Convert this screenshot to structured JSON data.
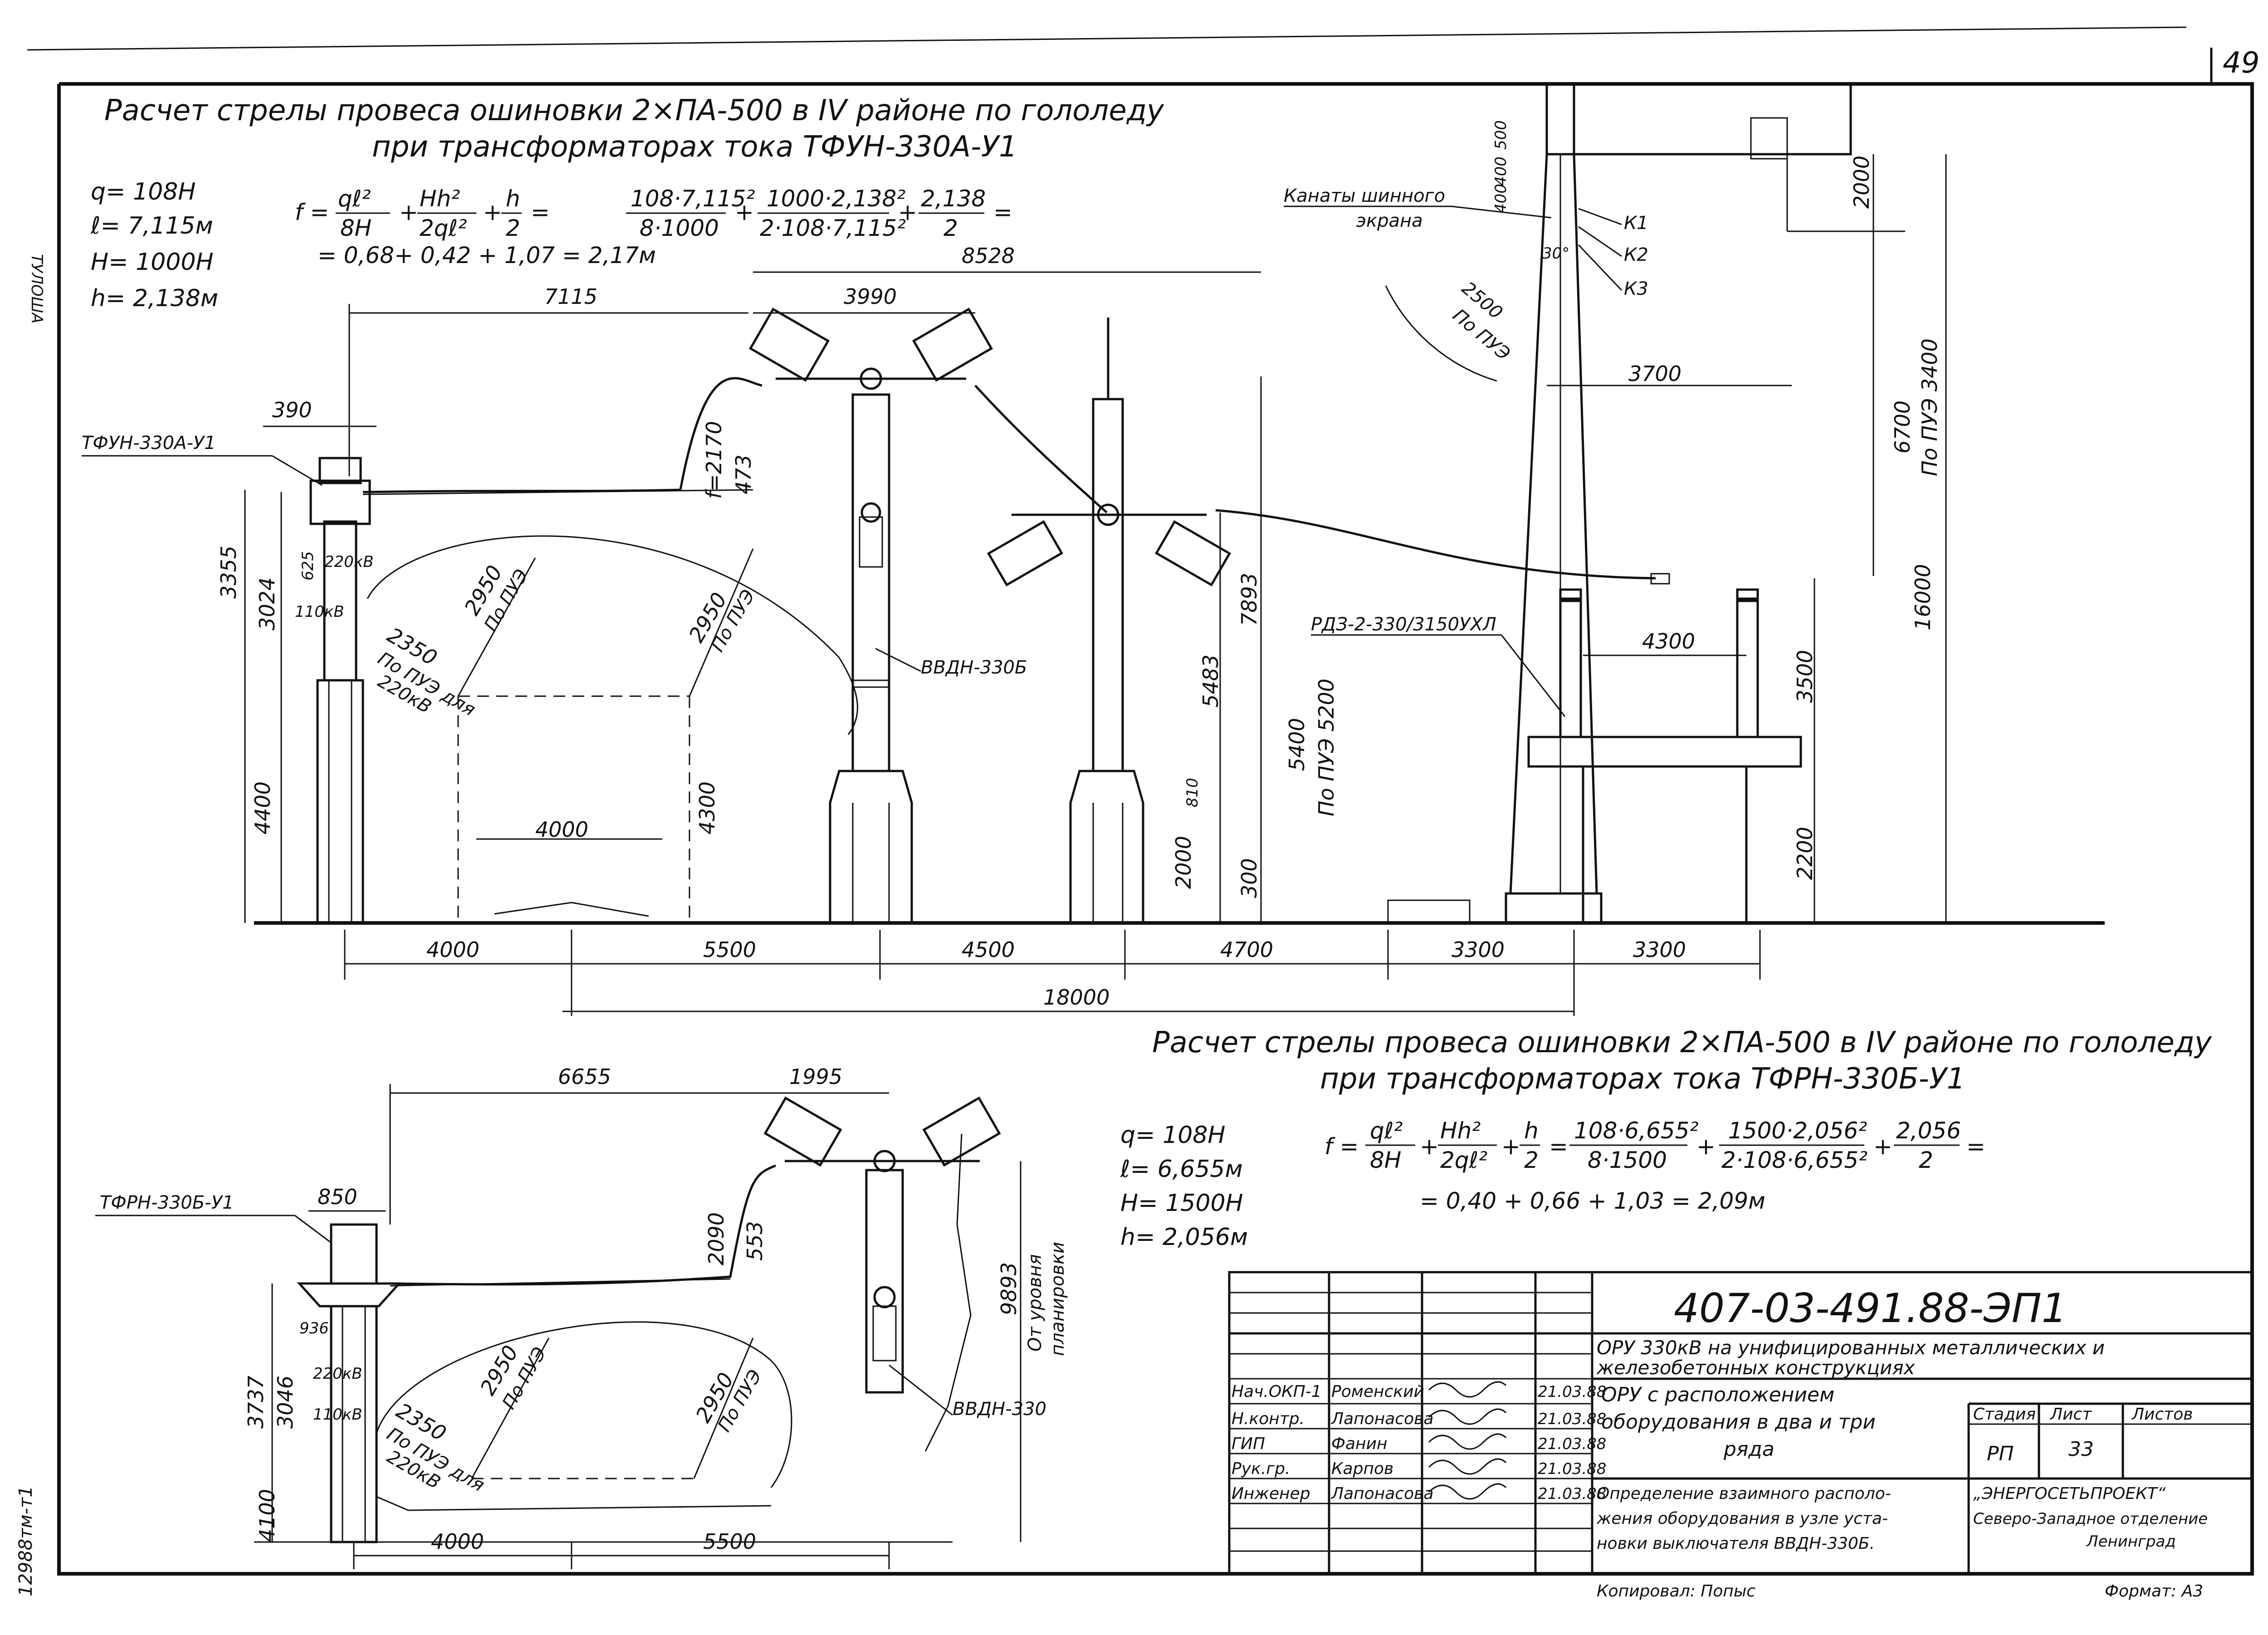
{
  "page_number": "49",
  "margin_left": "ТУЛОША",
  "margin_bottom_left": "12988тм-т1",
  "top_calc": {
    "title_line1": "Расчет стрелы провеса ошиновки 2×ПА-500 в IV районе по гололеду",
    "title_line2": "при трансформаторах тока ТФУН-330А-У1",
    "vars": [
      "q= 108Н",
      "ℓ= 7,115м",
      "Н= 1000Н",
      "h= 2,138м"
    ],
    "formula_lhs": "f =",
    "formula_t1_num": "qℓ²",
    "formula_t1_den": "8Н",
    "formula_t2_num": "Нh²",
    "formula_t2_den": "2qℓ²",
    "formula_t3_num": "h",
    "formula_t3_den": "2",
    "formula_v1_num": "108·7,115²",
    "formula_v1_den": "8·1000",
    "formula_v2_num": "1000·2,138²",
    "formula_v2_den": "2·108·7,115²",
    "formula_v3_num": "2,138",
    "formula_v3_den": "2",
    "result": "= 0,68+ 0,42 + 1,07 = 2,17м"
  },
  "bottom_calc": {
    "title_line1": "Расчет стрелы провеса ошиновки 2×ПА-500 в IV районе по гололеду",
    "title_line2": "при трансформаторах тока ТФРН-330Б-У1",
    "vars": [
      "q= 108Н",
      "ℓ= 6,655м",
      "Н= 1500Н",
      "h= 2,056м"
    ],
    "formula_lhs": "f =",
    "formula_t1_num": "qℓ²",
    "formula_t1_den": "8Н",
    "formula_t2_num": "Нh²",
    "formula_t2_den": "2qℓ²",
    "formula_t3_num": "h",
    "formula_t3_den": "2",
    "formula_v1_num": "108·6,655²",
    "formula_v1_den": "8·1500",
    "formula_v2_num": "1500·2,056²",
    "formula_v2_den": "2·108·6,655²",
    "formula_v3_num": "2,056",
    "formula_v3_den": "2",
    "result": "= 0,40 + 0,66 + 1,03 = 2,09м"
  },
  "top_drawing": {
    "labels": {
      "tfun": "ТФУН-330А-У1",
      "vvdn": "ВВДН-330Б",
      "rdz": "РДЗ-2-330/3150УХЛ",
      "rope1": "Канаты шинного",
      "rope2": "экрана",
      "k1": "К1",
      "k2": "К2",
      "k3": "К3",
      "kv220_a": "220кВ",
      "kv110": "110кВ",
      "pue_2350_a": "2350",
      "pue_2350_b": "По ПУЭ для",
      "pue_2350_c": "220кВ",
      "r2950_a": "2950",
      "r2950_a_pue": "По ПУЭ",
      "r2950_b": "2950",
      "r2950_b_pue": "По ПУЭ",
      "r2500": "2500",
      "r2500_pue": "По ПУЭ",
      "f2170": "f=2170",
      "deg30": "30°"
    },
    "dims": {
      "d7115": "7115",
      "d3990": "3990",
      "d8528": "8528",
      "d390": "390",
      "d3355": "3355",
      "d3024": "3024",
      "d625": "625",
      "d4400": "4400",
      "d473": "473",
      "d2170": "2170",
      "d4000_mid": "4000",
      "d4300": "4300",
      "d7893": "7893",
      "d5483": "5483",
      "d810": "810",
      "d2000": "2000",
      "d5400": "5400",
      "d5200": "По ПУЭ 5200",
      "d300": "300",
      "d3700": "3700",
      "d2000_top": "2000",
      "d6700": "6700",
      "d3400": "По ПУЭ 3400",
      "d16000": "16000",
      "d4300_r": "4300",
      "d3500": "3500",
      "d2200": "2200",
      "d400_a": "400",
      "d400_b": "400",
      "d500": "500",
      "b4000": "4000",
      "b5500": "5500",
      "b4500": "4500",
      "b4700": "4700",
      "b3300_a": "3300",
      "b3300_b": "3300",
      "b18000": "18000"
    }
  },
  "bottom_drawing": {
    "labels": {
      "tfrn": "ТФРН-330Б-У1",
      "vvdn": "ВВДН-330",
      "kv220": "220кВ",
      "kv110": "110кВ",
      "pue_2350_a": "2350",
      "pue_2350_b": "По ПУЭ для",
      "pue_2350_c": "220кВ",
      "r2950_a": "2950",
      "r2950_a_pue": "По ПУЭ",
      "r2950_b": "2950",
      "r2950_b_pue": "По ПУЭ",
      "level": "От уровня",
      "level2": "планировки"
    },
    "dims": {
      "d6655": "6655",
      "d1995": "1995",
      "d850": "850",
      "d936": "936",
      "d3737": "3737",
      "d3046": "3046",
      "d4100": "4100",
      "d2090": "2090",
      "d553": "553",
      "d9893": "9893",
      "b4000": "4000",
      "b5500": "5500"
    }
  },
  "title_block": {
    "doc_code": "407-03-491.88-ЭП1",
    "project": "ОРУ 330кВ на унифицированных металлических и железобетонных конструкциях",
    "subtitle_1": "ОРУ с расположением",
    "subtitle_2": "оборудования в два и три",
    "subtitle_3": "ряда",
    "sheet_title_1": "Определение взаимного располо-",
    "sheet_title_2": "жения оборудования в узле уста-",
    "sheet_title_3": "новки выключателя ВВДН-330Б.",
    "h_stage": "Стадия",
    "h_sheet": "Лист",
    "h_sheets": "Листов",
    "stage": "РП",
    "sheet": "33",
    "sheets": "",
    "org_1": "„ЭНЕРГОСЕТЬПРОЕКТ“",
    "org_2": "Северо-Западное отделение",
    "org_3": "Ленинград",
    "roles": [
      {
        "role": "Нач.ОКП-1",
        "name": "Роменский",
        "date": "21.03.88"
      },
      {
        "role": "Н.контр.",
        "name": "Лапонасова",
        "date": "21.03.88"
      },
      {
        "role": "ГИП",
        "name": "Фанин",
        "date": "21.03.88"
      },
      {
        "role": "Рук.гр.",
        "name": "Карпов",
        "date": "21.03.88"
      },
      {
        "role": "Инженер",
        "name": "Лапонасова",
        "date": "21.03.88"
      }
    ],
    "copied": "Копировал: Попыс",
    "format": "Формат: А3"
  }
}
